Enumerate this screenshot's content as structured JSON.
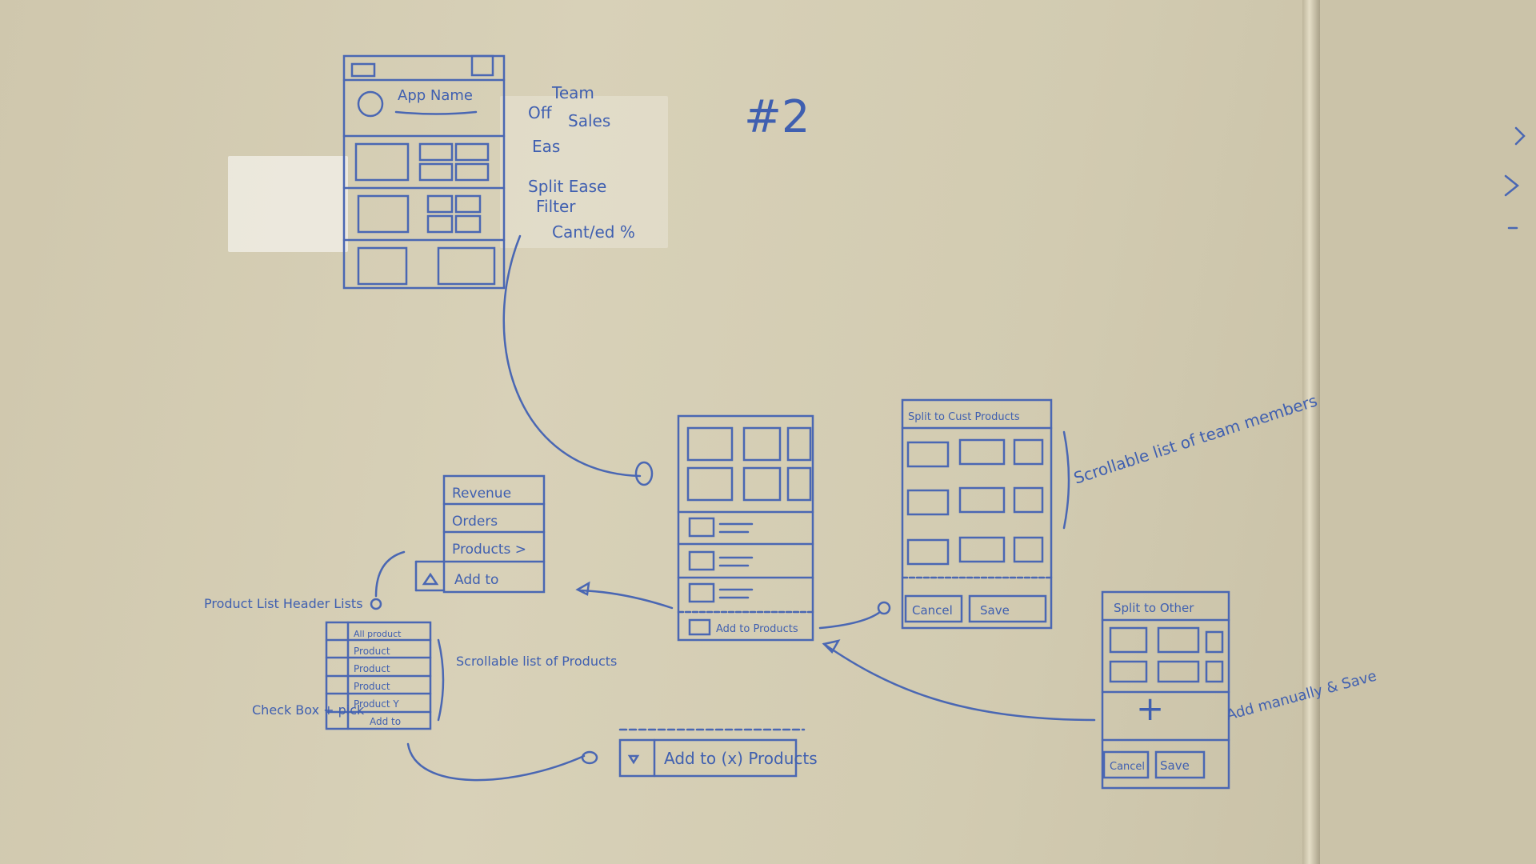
{
  "whiteboard": {
    "title": "#2",
    "annotations": {
      "top_notes": [
        "App Name",
        "Team",
        "Off",
        "Sales",
        "Eas",
        "Split Ease",
        "Filter",
        "Cant/ed %"
      ],
      "scroll_list": "Scrollable list of team members",
      "add_save": "Add manually & Save",
      "product_list_header": "Product List Header Lists",
      "scroll_products": "Scrollable list of Products",
      "check_box": "Check Box + pick"
    },
    "menu_items": [
      "Revenue",
      "Orders",
      "Products >",
      "Add to"
    ],
    "product_rows": [
      "All product",
      "Product",
      "Product",
      "Product",
      "Product Y"
    ],
    "product_add": "Add to",
    "add_bar": "Add to (x) Products",
    "center_add": "Add to Products",
    "split_header": "Split to Cust Products",
    "split_buttons": [
      "Cancel",
      "Save"
    ],
    "split2_header": "Split to Other",
    "split2_buttons": [
      "Cancel",
      "Save"
    ],
    "plus": "+"
  }
}
